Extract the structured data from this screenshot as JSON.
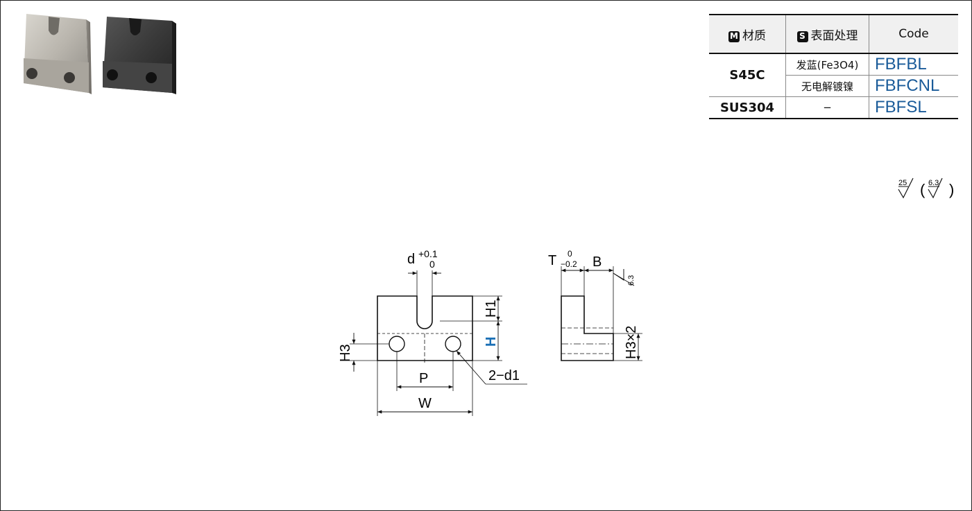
{
  "table": {
    "header": {
      "material_badge": "M",
      "material": "材质",
      "surface_badge": "S",
      "surface": "表面处理",
      "code": "Code"
    },
    "rows": [
      {
        "material": "S45C",
        "surface": "发蓝(Fe3O4)",
        "code": "FBFBL"
      },
      {
        "material": "",
        "surface": "无电解镀镍",
        "code": "FBFCNL"
      },
      {
        "material": "SUS304",
        "surface": "−",
        "code": "FBFSL"
      }
    ]
  },
  "roughness": {
    "value_main": "25",
    "value_sub": "6.3"
  },
  "drawing": {
    "d_label": "d",
    "d_tol_upper": "+0.1",
    "d_tol_lower": "0",
    "h1_label": "H1",
    "h_label": "H",
    "h3_label": "H3",
    "p_label": "P",
    "w_label": "W",
    "hole_label": "2−d1",
    "t_label": "T",
    "t_tol_upper": "0",
    "t_tol_lower": "−0.2",
    "b_label": "B",
    "side_roughness": "6.3",
    "h3x2_label": "H3×2"
  },
  "colors": {
    "code_blue": "#1a5b99",
    "h_label_blue": "#1a6fb5"
  }
}
